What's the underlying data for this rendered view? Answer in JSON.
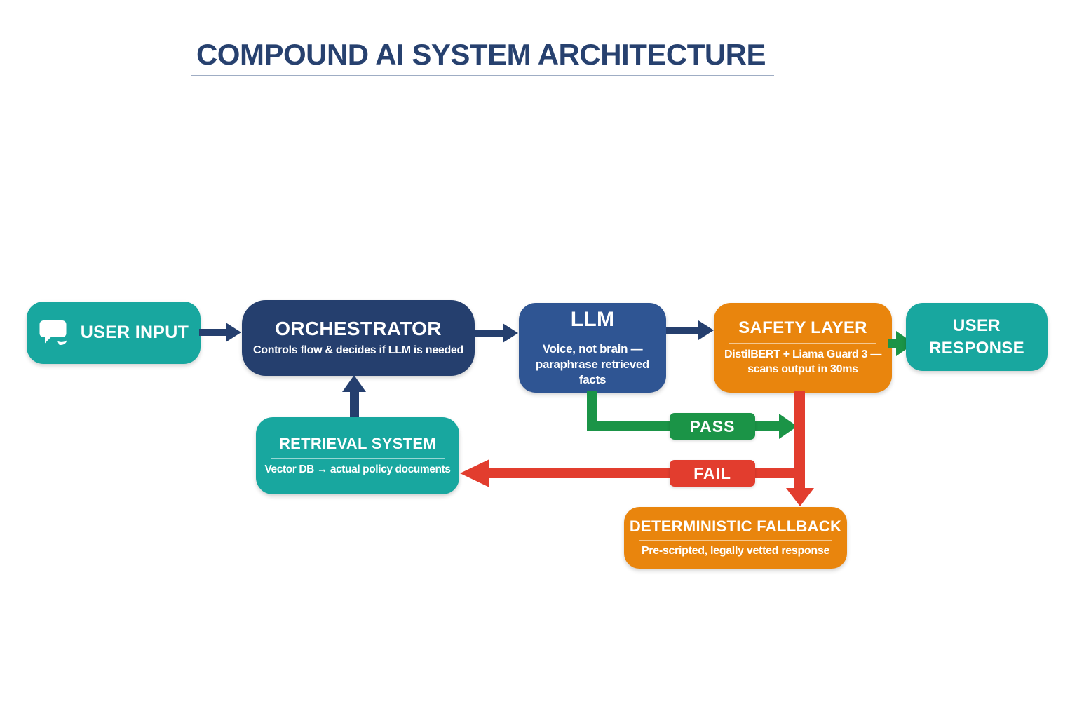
{
  "title": "COMPOUND AI SYSTEM ARCHITECTURE",
  "colors": {
    "teal": "#18a79f",
    "navy": "#253f6e",
    "blue": "#2f5593",
    "orange": "#e9850d",
    "green": "#1b9447",
    "red": "#e23d2e",
    "title_text": "#27416f"
  },
  "nodes": {
    "user_input": {
      "label": "USER INPUT",
      "icon": "chat-bubble-icon"
    },
    "orchestrator": {
      "label": "ORCHESTRATOR",
      "subtitle": "Controls flow & decides if LLM is needed"
    },
    "llm": {
      "label": "LLM",
      "subtitle": "Voice, not brain — paraphrase retrieved facts"
    },
    "safety_layer": {
      "label": "SAFETY LAYER",
      "subtitle": "DistilBERT + Liama Guard 3 — scans output in 30ms"
    },
    "user_response": {
      "label": "USER RESPONSE"
    },
    "retrieval_system": {
      "label": "RETRIEVAL SYSTEM",
      "subtitle": "Vector DB → actual policy documents"
    },
    "deterministic_fallback": {
      "label": "DETERMINISTIC FALLBACK",
      "subtitle": "Pre-scripted, legally vetted response"
    }
  },
  "edges": {
    "pass_label": "PASS",
    "fail_label": "FAIL"
  }
}
